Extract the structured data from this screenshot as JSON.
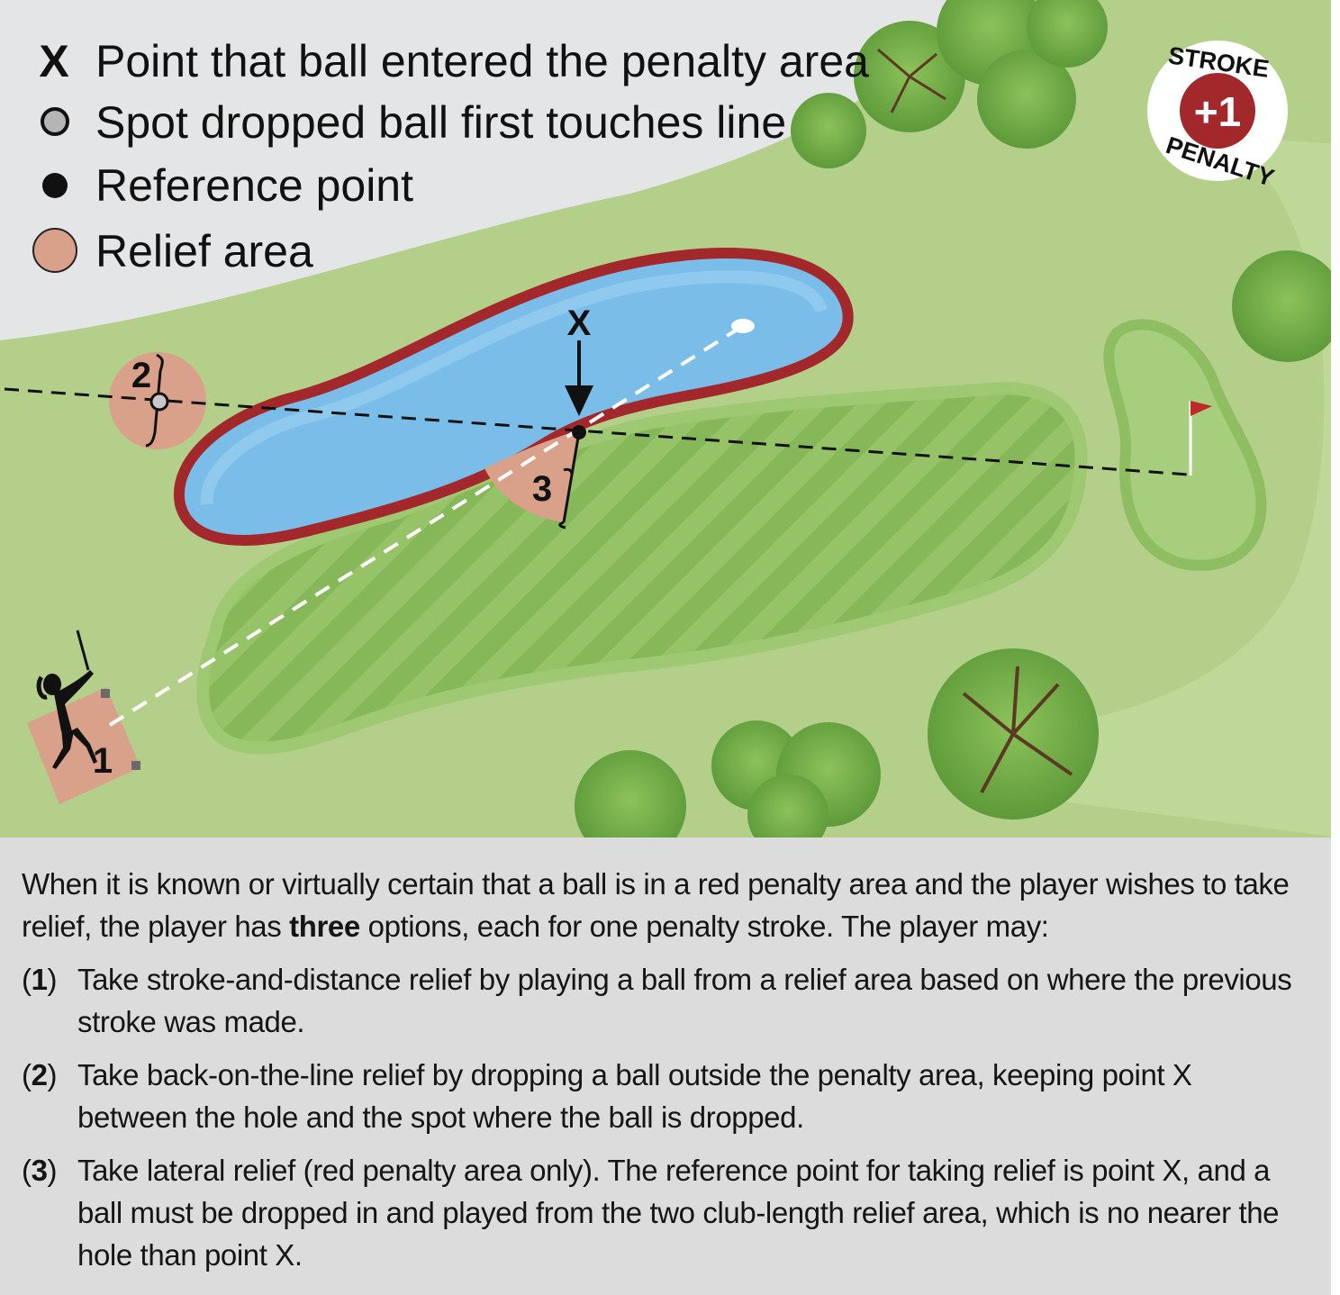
{
  "legend": [
    {
      "symbol": "x-mark",
      "symbol_text": "X",
      "label": "Point that ball entered the penalty area"
    },
    {
      "symbol": "grey-circle",
      "label": "Spot dropped ball first touches line"
    },
    {
      "symbol": "black-dot",
      "label": "Reference point"
    },
    {
      "symbol": "relief-area-swatch",
      "label": "Relief area"
    }
  ],
  "badge": {
    "top_text": "STROKE",
    "center_text": "+1",
    "bottom_text": "PENALTY"
  },
  "markers": {
    "entry_point": "X",
    "option_1": "1",
    "option_2": "2",
    "option_3": "3"
  },
  "description": {
    "intro_before": "When it is known or virtually certain that a ball is in a red penalty area and the player wishes to take relief, the player has ",
    "intro_bold": "three",
    "intro_after": " options, each for one penalty stroke. The player may:",
    "options": [
      {
        "number": "1",
        "text": "Take stroke-and-distance relief by playing a ball from a relief area based on where the previous stroke was made."
      },
      {
        "number": "2",
        "text": "Take back-on-the-line relief by dropping a ball outside the penalty area, keeping point X between the hole and the spot where the ball is dropped."
      },
      {
        "number": "3",
        "text": "Take lateral relief (red penalty area only). The reference point for taking relief is point X, and a ball must be dropped in and played from the two club-length relief area, which is no nearer the hole than point X."
      }
    ]
  },
  "colors": {
    "sky": "#e4e5e7",
    "rough": "#b3cf89",
    "light_rough": "#c3dc9c",
    "fairway": "#8fbd61",
    "penalty_border": "#a3282c",
    "water": "#7bbde9",
    "relief_area": "#d9a08a",
    "tree_foliage": "#77ad48",
    "badge_red": "#a3282c",
    "panel": "#dcdcdc"
  }
}
